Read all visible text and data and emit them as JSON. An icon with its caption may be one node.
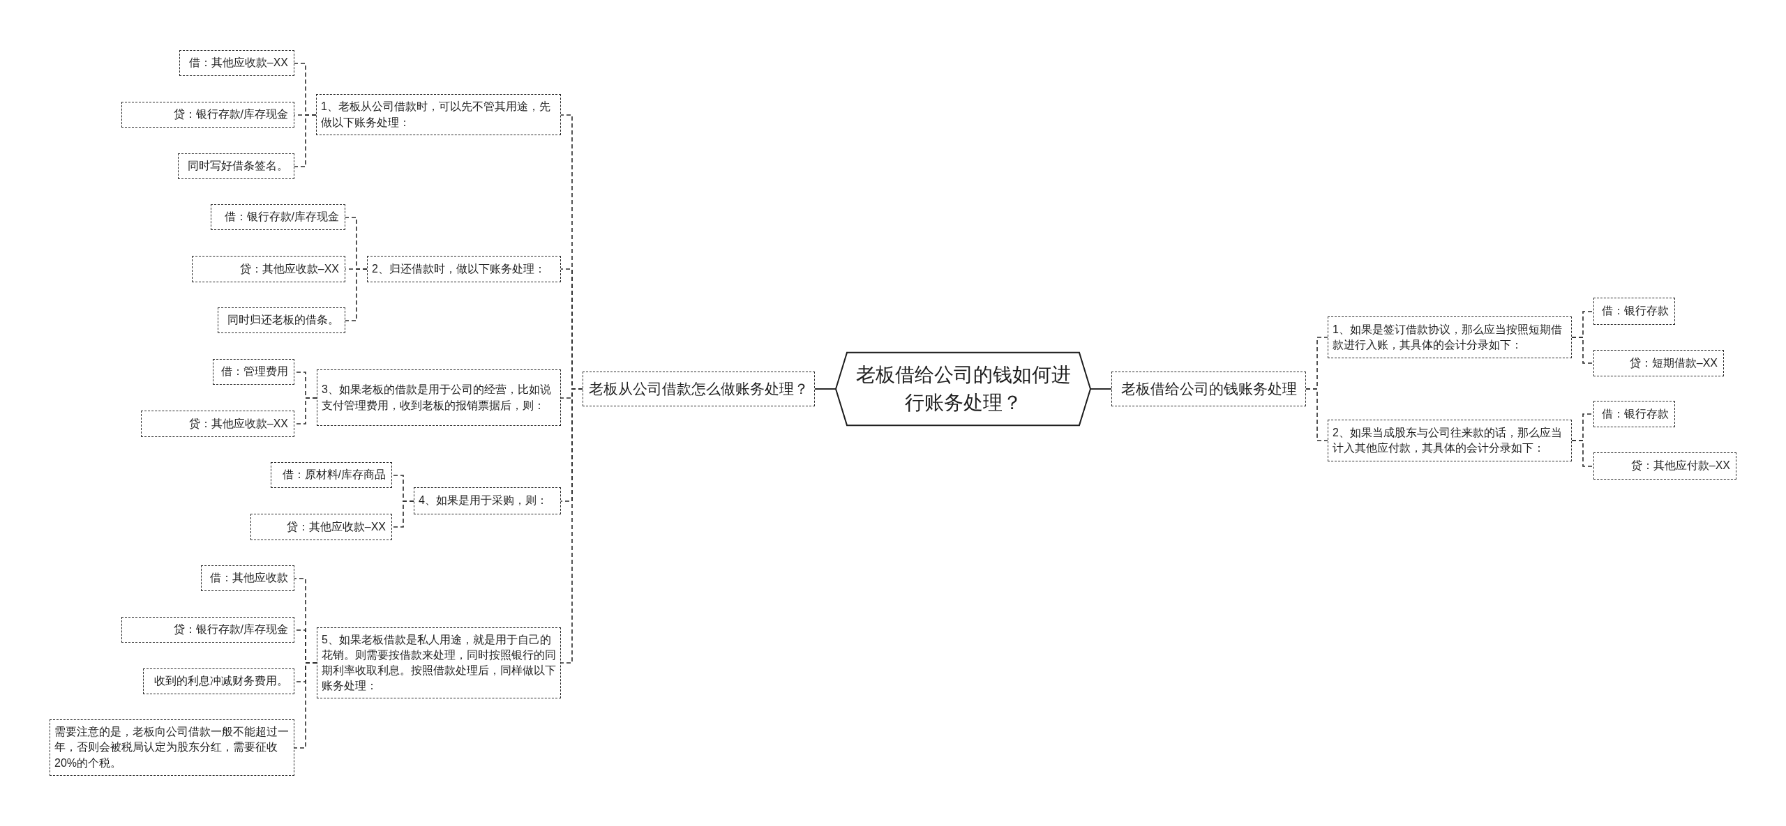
{
  "diagram": {
    "nodes": [
      {
        "text": [
          "老板借给公司的钱如何进行账务处理？"
        ]
      },
      {
        "text": [
          "老板从公司借款怎么做账务处理？"
        ]
      },
      {
        "text": [
          "1、老板从公司借款时，可以先不管其用途，先做以下账务处理："
        ]
      },
      {
        "text": [
          "借：其他应收款–XX"
        ]
      },
      {
        "text": [
          "贷：银行存款/库存现金"
        ]
      },
      {
        "text": [
          "同时写好借条签名。"
        ]
      },
      {
        "text": [
          "2、归还借款时，做以下账务处理："
        ]
      },
      {
        "text": [
          "借：银行存款/库存现金"
        ]
      },
      {
        "text": [
          "贷：其他应收款–XX"
        ]
      },
      {
        "text": [
          "同时归还老板的借条。"
        ]
      },
      {
        "text": [
          "3、如果老板的借款是用于公司的经营，比如说支付管理费用，收到老板的报销票据后，则："
        ]
      },
      {
        "text": [
          "借：管理费用"
        ]
      },
      {
        "text": [
          "贷：其他应收款–XX"
        ]
      },
      {
        "text": [
          "4、如果是用于采购，则："
        ]
      },
      {
        "text": [
          "借：原材料/库存商品"
        ]
      },
      {
        "text": [
          "贷：其他应收款–XX"
        ]
      },
      {
        "text": [
          "5、如果老板借款是私人用途，就是用于自己的花销。则需要按借款来处理，同时按照银行的同期利率收取利息。按照借款处理后，同样做以下账务处理："
        ]
      },
      {
        "text": [
          "借：其他应收款"
        ]
      },
      {
        "text": [
          "贷：银行存款/库存现金"
        ]
      },
      {
        "text": [
          "收到的利息冲减财务费用。"
        ]
      },
      {
        "text": [
          "需要注意的是，老板向公司借款一般不能超过一年，否则会被税局认定为股东分红，需要征收20%的个税。"
        ]
      },
      {
        "text": [
          "老板借给公司的钱账务处理"
        ]
      },
      {
        "text": [
          "1、如果是签订借款协议，那么应当按照短期借款进行入账，其具体的会计分录如下："
        ]
      },
      {
        "text": [
          "借：银行存款"
        ]
      },
      {
        "text": [
          "贷：短期借款–XX"
        ]
      },
      {
        "text": [
          "2、如果当成股东与公司往来款的话，那么应当计入其他应付款，其具体的会计分录如下："
        ]
      },
      {
        "text": [
          "借：银行存款"
        ]
      },
      {
        "text": [
          "贷：其他应付款–XX"
        ]
      }
    ],
    "edges": [
      {
        "from": 0,
        "to": 1,
        "arrow": "none"
      },
      {
        "from": 1,
        "to": 2,
        "arrow": "none",
        "style": "dashed"
      },
      {
        "from": 2,
        "to": 3,
        "arrow": "none",
        "style": "dashed"
      },
      {
        "from": 2,
        "to": 4,
        "arrow": "none",
        "style": "dashed"
      },
      {
        "from": 2,
        "to": 5,
        "arrow": "none",
        "style": "dashed"
      },
      {
        "from": 1,
        "to": 6,
        "arrow": "none",
        "style": "dashed"
      },
      {
        "from": 6,
        "to": 7,
        "arrow": "none",
        "style": "dashed"
      },
      {
        "from": 6,
        "to": 8,
        "arrow": "none",
        "style": "dashed"
      },
      {
        "from": 6,
        "to": 9,
        "arrow": "none",
        "style": "dashed"
      },
      {
        "from": 1,
        "to": 10,
        "arrow": "none",
        "style": "dashed"
      },
      {
        "from": 10,
        "to": 11,
        "arrow": "none",
        "style": "dashed"
      },
      {
        "from": 10,
        "to": 12,
        "arrow": "none",
        "style": "dashed"
      },
      {
        "from": 1,
        "to": 13,
        "arrow": "none",
        "style": "dashed"
      },
      {
        "from": 13,
        "to": 14,
        "arrow": "none",
        "style": "dashed"
      },
      {
        "from": 13,
        "to": 15,
        "arrow": "none",
        "style": "dashed"
      },
      {
        "from": 1,
        "to": 16,
        "arrow": "none",
        "style": "dashed"
      },
      {
        "from": 16,
        "to": 17,
        "arrow": "none",
        "style": "dashed"
      },
      {
        "from": 16,
        "to": 18,
        "arrow": "none",
        "style": "dashed"
      },
      {
        "from": 16,
        "to": 19,
        "arrow": "none",
        "style": "dashed"
      },
      {
        "from": 16,
        "to": 20,
        "arrow": "none",
        "style": "dashed"
      },
      {
        "from": 0,
        "to": 21,
        "arrow": "none"
      },
      {
        "from": 21,
        "to": 22,
        "arrow": "none",
        "style": "dashed"
      },
      {
        "from": 22,
        "to": 23,
        "arrow": "none",
        "style": "dashed"
      },
      {
        "from": 22,
        "to": 24,
        "arrow": "none",
        "style": "dashed"
      },
      {
        "from": 21,
        "to": 25,
        "arrow": "none",
        "style": "dashed"
      },
      {
        "from": 25,
        "to": 26,
        "arrow": "none",
        "style": "dashed"
      },
      {
        "from": 25,
        "to": 27,
        "arrow": "none",
        "style": "dashed"
      }
    ]
  }
}
